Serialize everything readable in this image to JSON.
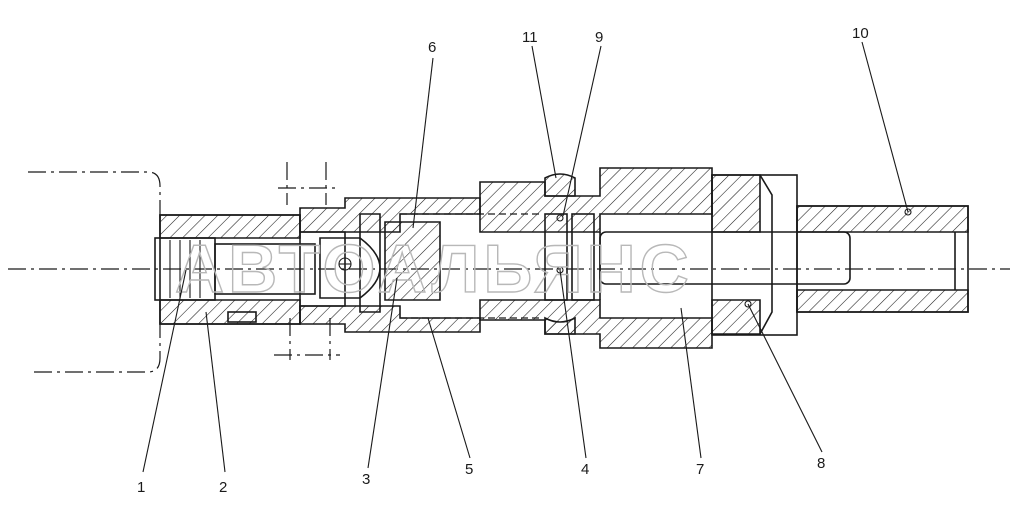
{
  "watermark": "АВТОАЛЬЯНС",
  "callouts": [
    {
      "id": "1",
      "label": "1"
    },
    {
      "id": "2",
      "label": "2"
    },
    {
      "id": "3",
      "label": "3"
    },
    {
      "id": "4",
      "label": "4"
    },
    {
      "id": "5",
      "label": "5"
    },
    {
      "id": "6",
      "label": "6"
    },
    {
      "id": "7",
      "label": "7"
    },
    {
      "id": "8",
      "label": "8"
    },
    {
      "id": "9",
      "label": "9"
    },
    {
      "id": "10",
      "label": "10"
    },
    {
      "id": "11",
      "label": "11"
    }
  ]
}
